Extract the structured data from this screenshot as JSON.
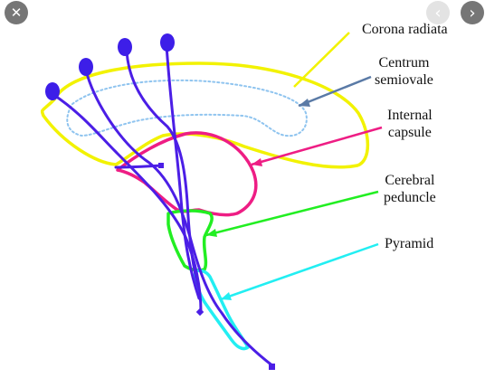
{
  "labels": {
    "corona_radiata": "Corona radiata",
    "centrum_semiovale": [
      "Centrum",
      "semiovale"
    ],
    "internal_capsule": [
      "Internal",
      "capsule"
    ],
    "cerebral_peduncle": [
      "Cerebral",
      "peduncle"
    ],
    "pyramid": "Pyramid"
  },
  "controls": {
    "close_glyph": "✕",
    "prev_glyph": "‹",
    "next_glyph": "›"
  },
  "colors": {
    "corona_radiata": "#f2f200",
    "centrum_semiovale": "#8fc4ef",
    "internal_capsule": "#ee1d84",
    "cerebral_peduncle": "#22ee22",
    "pyramid": "#22eef2",
    "fibers": "#4b1ee6",
    "neurons": "#3d1ee8",
    "arrow_centrum": "#5a7aa6"
  }
}
